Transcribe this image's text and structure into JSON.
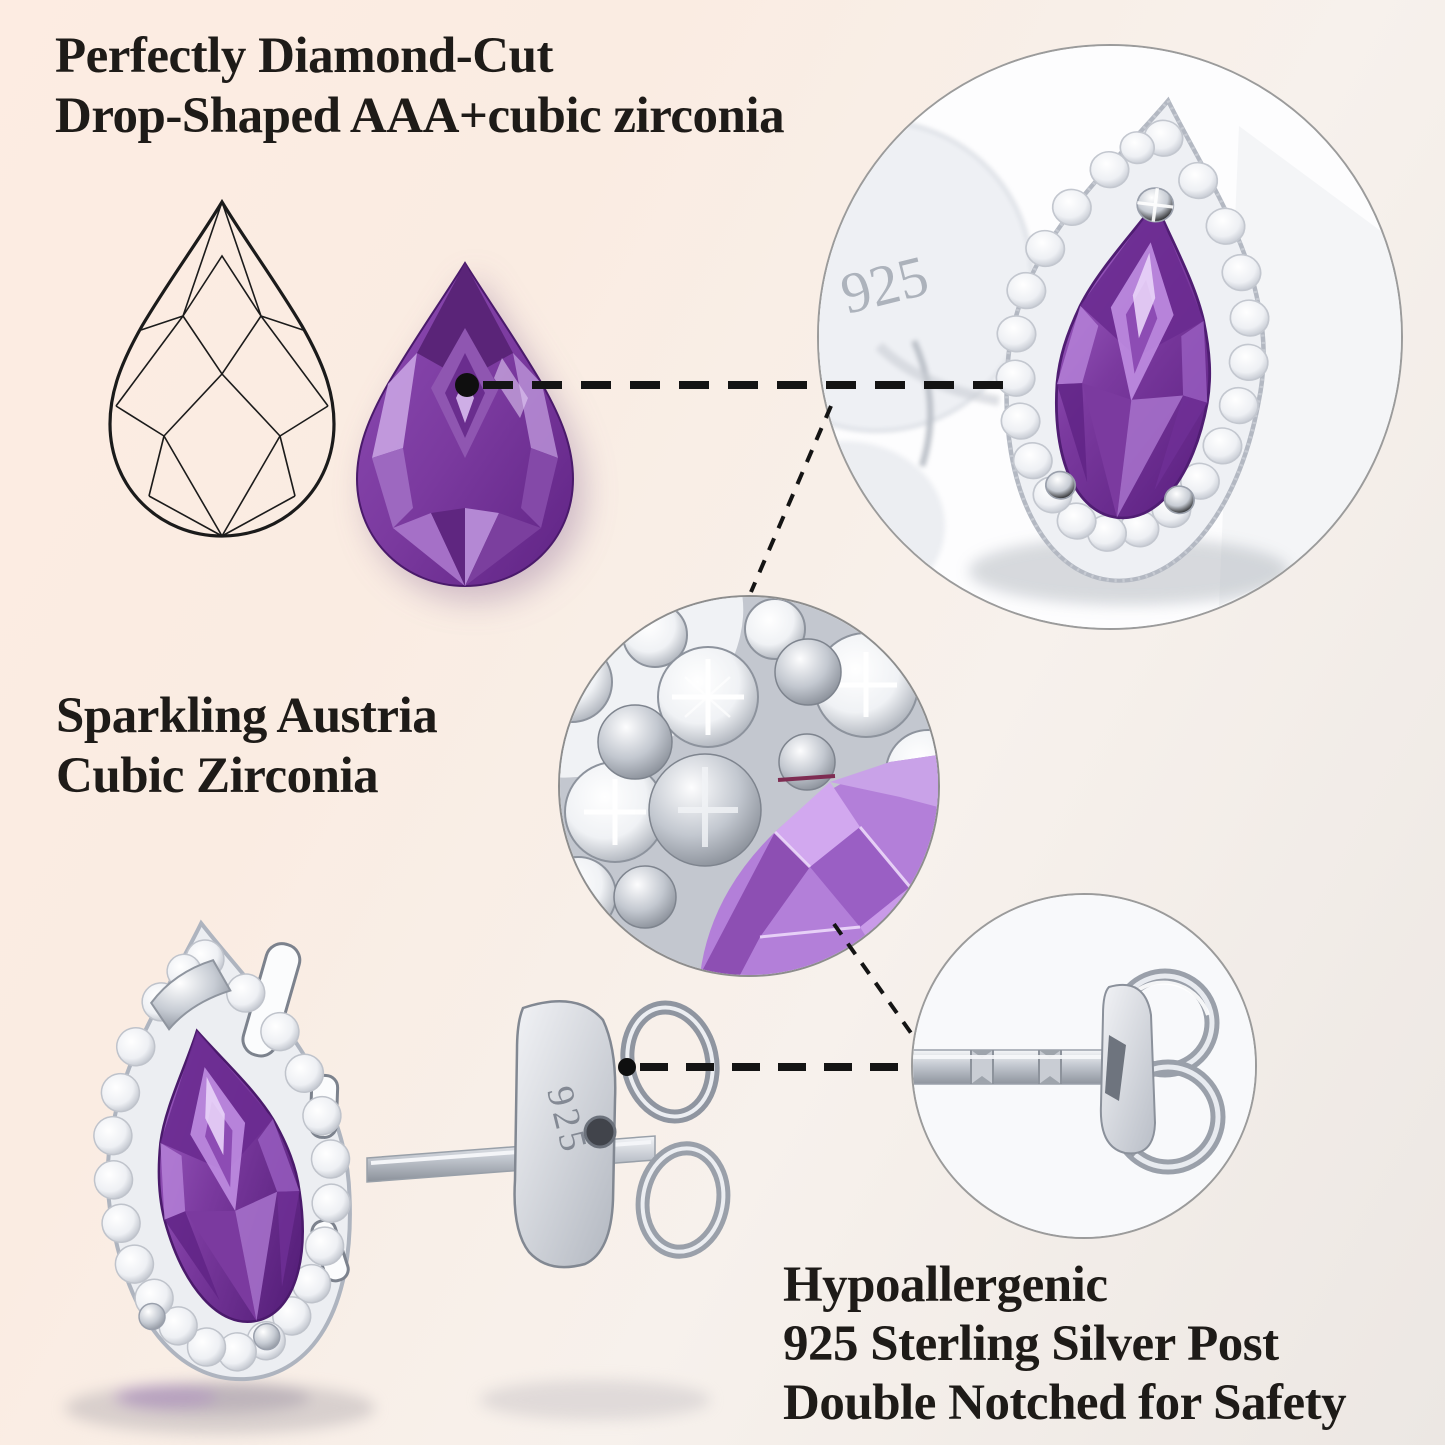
{
  "canvas": {
    "bg_gradient_start": "#fdece2",
    "bg_gradient_end": "#ece7e3"
  },
  "headlines": {
    "diamond_cut": {
      "line1": "Perfectly Diamond-Cut",
      "line2": "Drop-Shaped AAA+cubic zirconia"
    },
    "austria_cz": {
      "line1": "Sparkling Austria",
      "line2": "Cubic Zirconia"
    },
    "hypoallergenic": {
      "line1": "Hypoallergenic",
      "line2": "925 Sterling Silver Post",
      "line3": "Double Notched for Safety"
    }
  },
  "stamps": {
    "back_disc": "925",
    "butterfly_back": "925"
  },
  "colors": {
    "text": "#1e1b18",
    "gem_purple": "#7b3a9f",
    "gem_purple_dark": "#5a2478",
    "gem_purple_light": "#c9a2e8",
    "silver": "#d7dae0",
    "pave_silver": "#c3c7cf",
    "dash_line": "#141414",
    "circle_border": "#9b9b9b",
    "circle_fill": "#fbfcfd",
    "background_warm": "#fdece2",
    "background_cool": "#ece8e4"
  },
  "icons": {
    "wireframe_gem": "pear-cut-outline-diagram",
    "loose_gem": "purple-pear-gemstone",
    "gem_closeup_circle": "halo-stud-front-closeup",
    "pave_closeup_circle": "cubic-zirconia-pave-closeup",
    "post_closeup_circle": "double-notched-post-and-butterfly-back",
    "stud_side_view": "halo-stud-side-with-butterfly-back"
  }
}
